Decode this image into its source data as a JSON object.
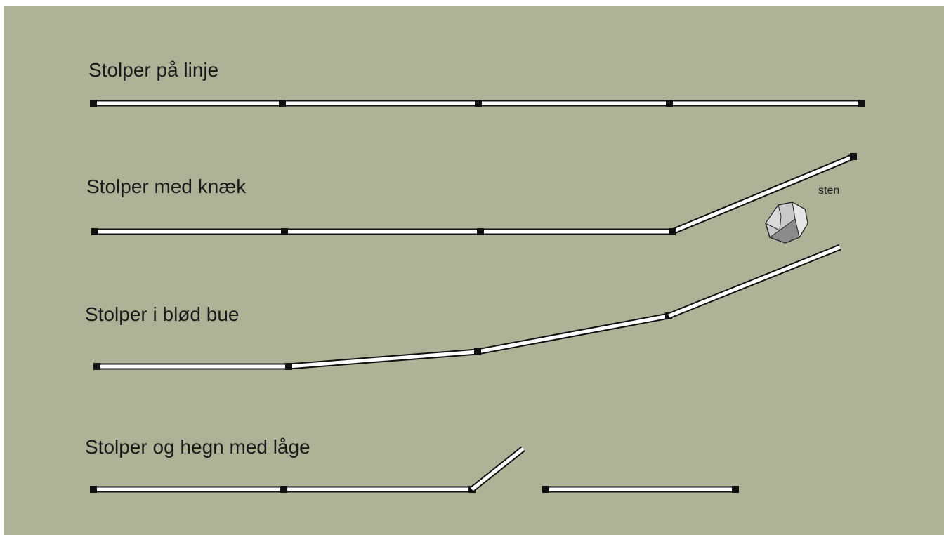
{
  "labels": {
    "straight": "Stolper på linje",
    "kink": "Stolper med knæk",
    "curve": "Stolper i blød bue",
    "gate": "Stolper og hegn med låge",
    "stone": "sten"
  },
  "colors": {
    "background": "#aeb398",
    "rail_fill": "#ffffff",
    "rail_outline": "#111111",
    "post": "#111111",
    "stone_light": "#d9d9d9",
    "stone_mid": "#bdbdbd",
    "stone_dark": "#8c8c8c"
  }
}
